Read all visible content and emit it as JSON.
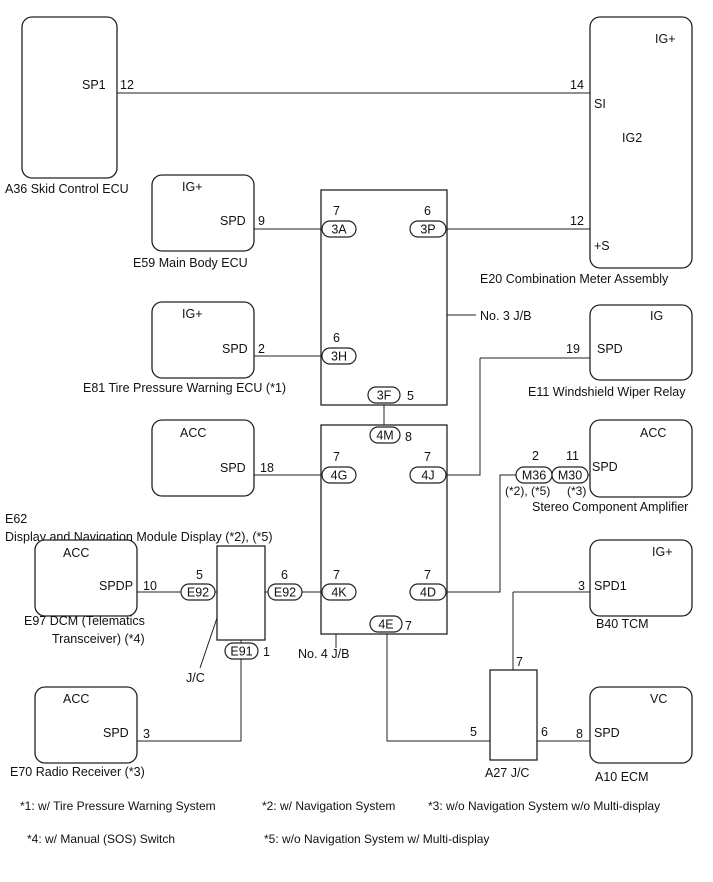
{
  "components": {
    "a36": {
      "label": "A36 Skid Control ECU",
      "pin_name": "SP1",
      "pin": "12"
    },
    "e20": {
      "label": "E20 Combination Meter Assembly",
      "supply1": "IG+",
      "supply2": "IG2",
      "pin_si": "14",
      "pin_si_name": "SI",
      "pin_s": "12",
      "pin_s_name": "+S"
    },
    "e59": {
      "label": "E59 Main Body ECU",
      "supply": "IG+",
      "pin_name": "SPD",
      "pin": "9"
    },
    "e81": {
      "label": "E81 Tire Pressure Warning ECU (*1)",
      "supply": "IG+",
      "pin_name": "SPD",
      "pin": "2"
    },
    "e11": {
      "label": "E11 Windshield Wiper Relay",
      "supply": "IG",
      "pin_name": "SPD",
      "pin": "19"
    },
    "e62": {
      "label_code": "E62",
      "label": "Display and Navigation Module Display (*2), (*5)",
      "supply": "ACC",
      "pin_name": "SPD",
      "pin": "18"
    },
    "stereo": {
      "label": "Stereo Component Amplifier",
      "supply": "ACC",
      "pin_name": "SPD",
      "conn1": "M36",
      "conn1_pin": "2",
      "conn1_note": "(*2), (*5)",
      "conn2": "M30",
      "conn2_pin": "11",
      "conn2_note": "(*3)"
    },
    "e97": {
      "label_line1": "E97 DCM (Telematics",
      "label_line2": "Transceiver) (*4)",
      "supply": "ACC",
      "pin_name": "SPDP",
      "pin": "10"
    },
    "b40": {
      "label": "B40 TCM",
      "supply": "IG+",
      "pin_name": "SPD1",
      "pin": "3"
    },
    "e70": {
      "label": "E70 Radio Receiver (*3)",
      "supply": "ACC",
      "pin_name": "SPD",
      "pin": "3"
    },
    "a10": {
      "label": "A10 ECM",
      "supply": "VC",
      "pin_name": "SPD",
      "pin": "8"
    }
  },
  "junctions": {
    "jb3": {
      "label": "No. 3 J/B",
      "connectors": [
        {
          "name": "3A",
          "pin": "7"
        },
        {
          "name": "3P",
          "pin": "6"
        },
        {
          "name": "3H",
          "pin": "6"
        },
        {
          "name": "3F",
          "pin": "5"
        }
      ]
    },
    "jb4": {
      "label": "No. 4 J/B",
      "connectors": [
        {
          "name": "4M",
          "pin": "8"
        },
        {
          "name": "4G",
          "pin": "7"
        },
        {
          "name": "4J",
          "pin": "7"
        },
        {
          "name": "4K",
          "pin": "7"
        },
        {
          "name": "4D",
          "pin": "7"
        },
        {
          "name": "4E",
          "pin": "7"
        }
      ]
    },
    "jc": {
      "label": "J/C",
      "connectors": [
        {
          "name": "E92",
          "pin": "5"
        },
        {
          "name": "E92",
          "pin": "6"
        },
        {
          "name": "E91",
          "pin": "1"
        }
      ]
    },
    "a27": {
      "label": "A27 J/C",
      "pins": [
        "7",
        "5",
        "6"
      ]
    }
  },
  "footnotes": [
    "*1: w/ Tire Pressure Warning System",
    "*2: w/ Navigation System",
    "*3: w/o Navigation System w/o Multi-display",
    "*4: w/ Manual (SOS) Switch",
    "*5: w/o Navigation System w/ Multi-display"
  ],
  "colors": {
    "line": "#222222",
    "background": "#ffffff",
    "text": "#111111"
  }
}
